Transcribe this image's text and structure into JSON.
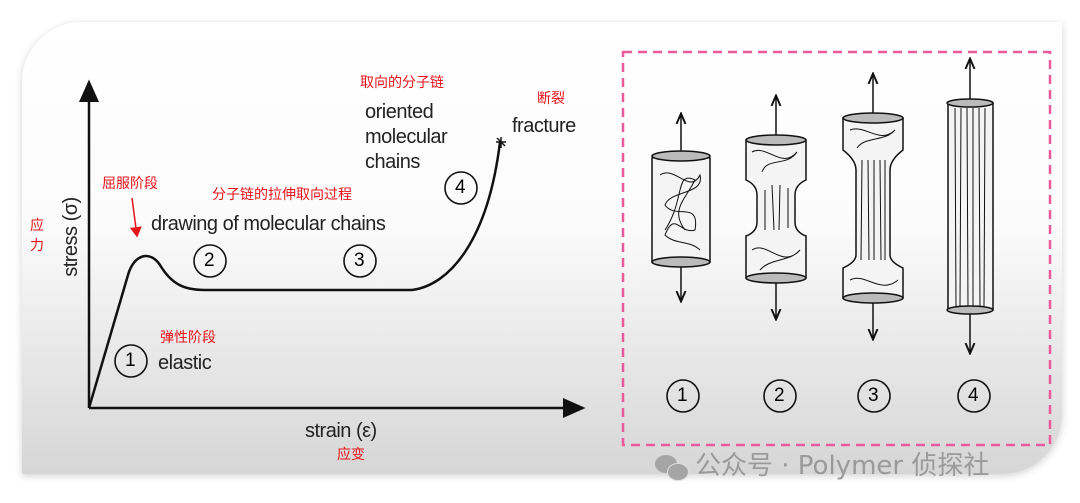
{
  "graph": {
    "y_axis_label": "stress (σ)",
    "y_axis_label_cn": "应力",
    "x_axis_label": "strain (ε)",
    "x_axis_label_cn": "应变",
    "stage_markers": [
      "1",
      "2",
      "3",
      "4"
    ],
    "labels": {
      "yield_cn": "屈服阶段",
      "drawing_cn": "分子链的拉伸取向过程",
      "drawing": "drawing of molecular chains",
      "elastic_cn": "弹性阶段",
      "elastic": "elastic",
      "oriented_cn": "取向的分子链",
      "oriented_lines": [
        "oriented",
        "molecular",
        "chains"
      ],
      "fracture_cn": "断裂",
      "fracture": "fracture"
    }
  },
  "specimens": {
    "numbers": [
      "1",
      "2",
      "3",
      "4"
    ]
  },
  "colors": {
    "annotation": "#e8141a",
    "dashed_box": "#e85a9a"
  },
  "watermark": "公众号 · Polymer 侦探社"
}
